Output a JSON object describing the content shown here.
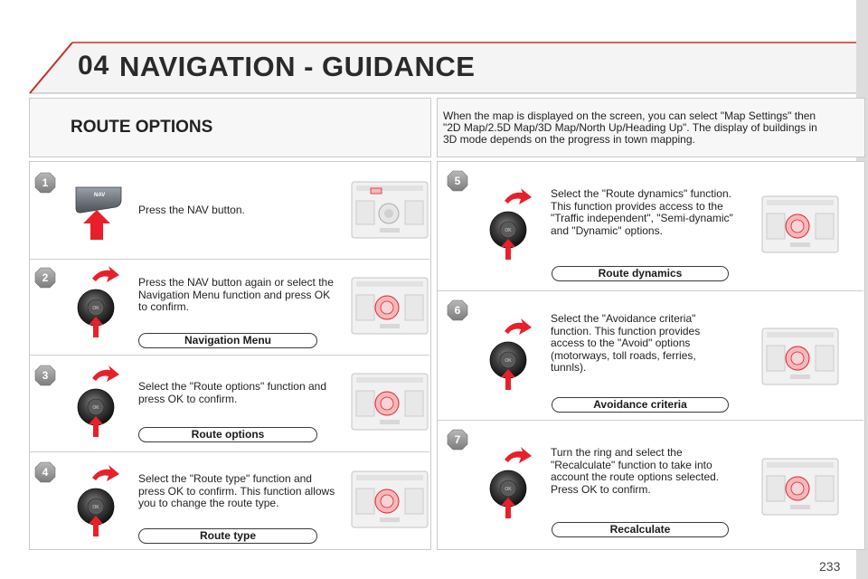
{
  "header": {
    "chapter": "04",
    "title": "NAVIGATION - GUIDANCE"
  },
  "section": {
    "title": "ROUTE OPTIONS",
    "intro": "When the map is displayed on the screen, you can select \"Map Settings\" then \"2D Map/2.5D Map/3D Map/North Up/Heading Up\". The display of buildings in 3D mode depends on the progress in town mapping."
  },
  "steps": [
    {
      "number": "1",
      "text": "Press the NAV button.",
      "button_label": "NAV",
      "menu_label": ""
    },
    {
      "number": "2",
      "text": "Press the NAV button again or select the Navigation Menu function and press OK to confirm.",
      "menu_label": "Navigation Menu"
    },
    {
      "number": "3",
      "text": "Select the \"Route options\" function and press OK to confirm.",
      "menu_label": "Route options"
    },
    {
      "number": "4",
      "text": "Select the \"Route type\" function and press OK to confirm. This function allows you to change the route type.",
      "menu_label": "Route type"
    },
    {
      "number": "5",
      "text": "Select the \"Route dynamics\" function. This function provides access to the \"Traffic independent\", \"Semi-dynamic\" and \"Dynamic\" options.",
      "menu_label": "Route dynamics"
    },
    {
      "number": "6",
      "text": "Select the \"Avoidance criteria\" function. This function provides access to the \"Avoid\" options (motorways, toll roads, ferries, tunnls).",
      "menu_label": "Avoidance criteria"
    },
    {
      "number": "7",
      "text": "Turn the ring and select the \"Recalculate\" function to take into account the route options selected. Press OK to confirm.",
      "menu_label": "Recalculate"
    }
  ],
  "footer": {
    "page_number": "233"
  },
  "colors": {
    "accent_red": "#e8202a",
    "badge_grey": "#9a9a9a",
    "pill_border": "#3a3a3a",
    "knob_dark": "#2a2a2a"
  },
  "icons": {
    "badge": "gray-octagon-icon",
    "arrow": "red-arrow-icon",
    "knob": "rotary-knob-icon",
    "radio": "radio-unit-icon"
  }
}
